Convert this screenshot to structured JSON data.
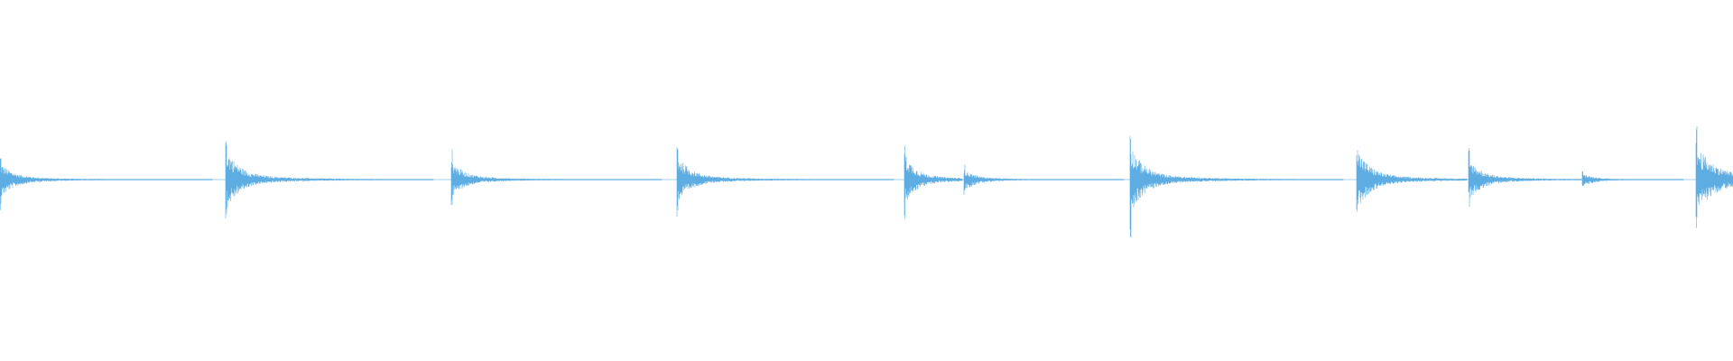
{
  "waveform": {
    "color": "#5dade2",
    "background": "#ffffff",
    "onsets": [
      {
        "peak_up": 0.3,
        "peak_down": 0.34,
        "decay": "long"
      },
      {
        "peak_up": 0.58,
        "peak_down": 0.56,
        "decay": "long"
      },
      {
        "peak_up": 0.34,
        "peak_down": 0.33,
        "decay": "long"
      },
      {
        "peak_up": 0.45,
        "peak_down": 0.43,
        "decay": "long"
      },
      {
        "peak_up": 0.47,
        "peak_down": 0.48,
        "decay": "short"
      },
      {
        "peak_up": 0.17,
        "peak_down": 0.2,
        "decay": "long"
      },
      {
        "peak_up": 0.64,
        "peak_down": 0.64,
        "decay": "long"
      },
      {
        "peak_up": 0.57,
        "peak_down": 0.56,
        "decay": "long"
      },
      {
        "peak_up": 0.37,
        "peak_down": 0.37,
        "decay": "long"
      },
      {
        "peak_up": 0.1,
        "peak_down": 0.12,
        "decay": "long"
      },
      {
        "peak_up": 0.62,
        "peak_down": 0.6,
        "decay": "partial"
      }
    ]
  }
}
